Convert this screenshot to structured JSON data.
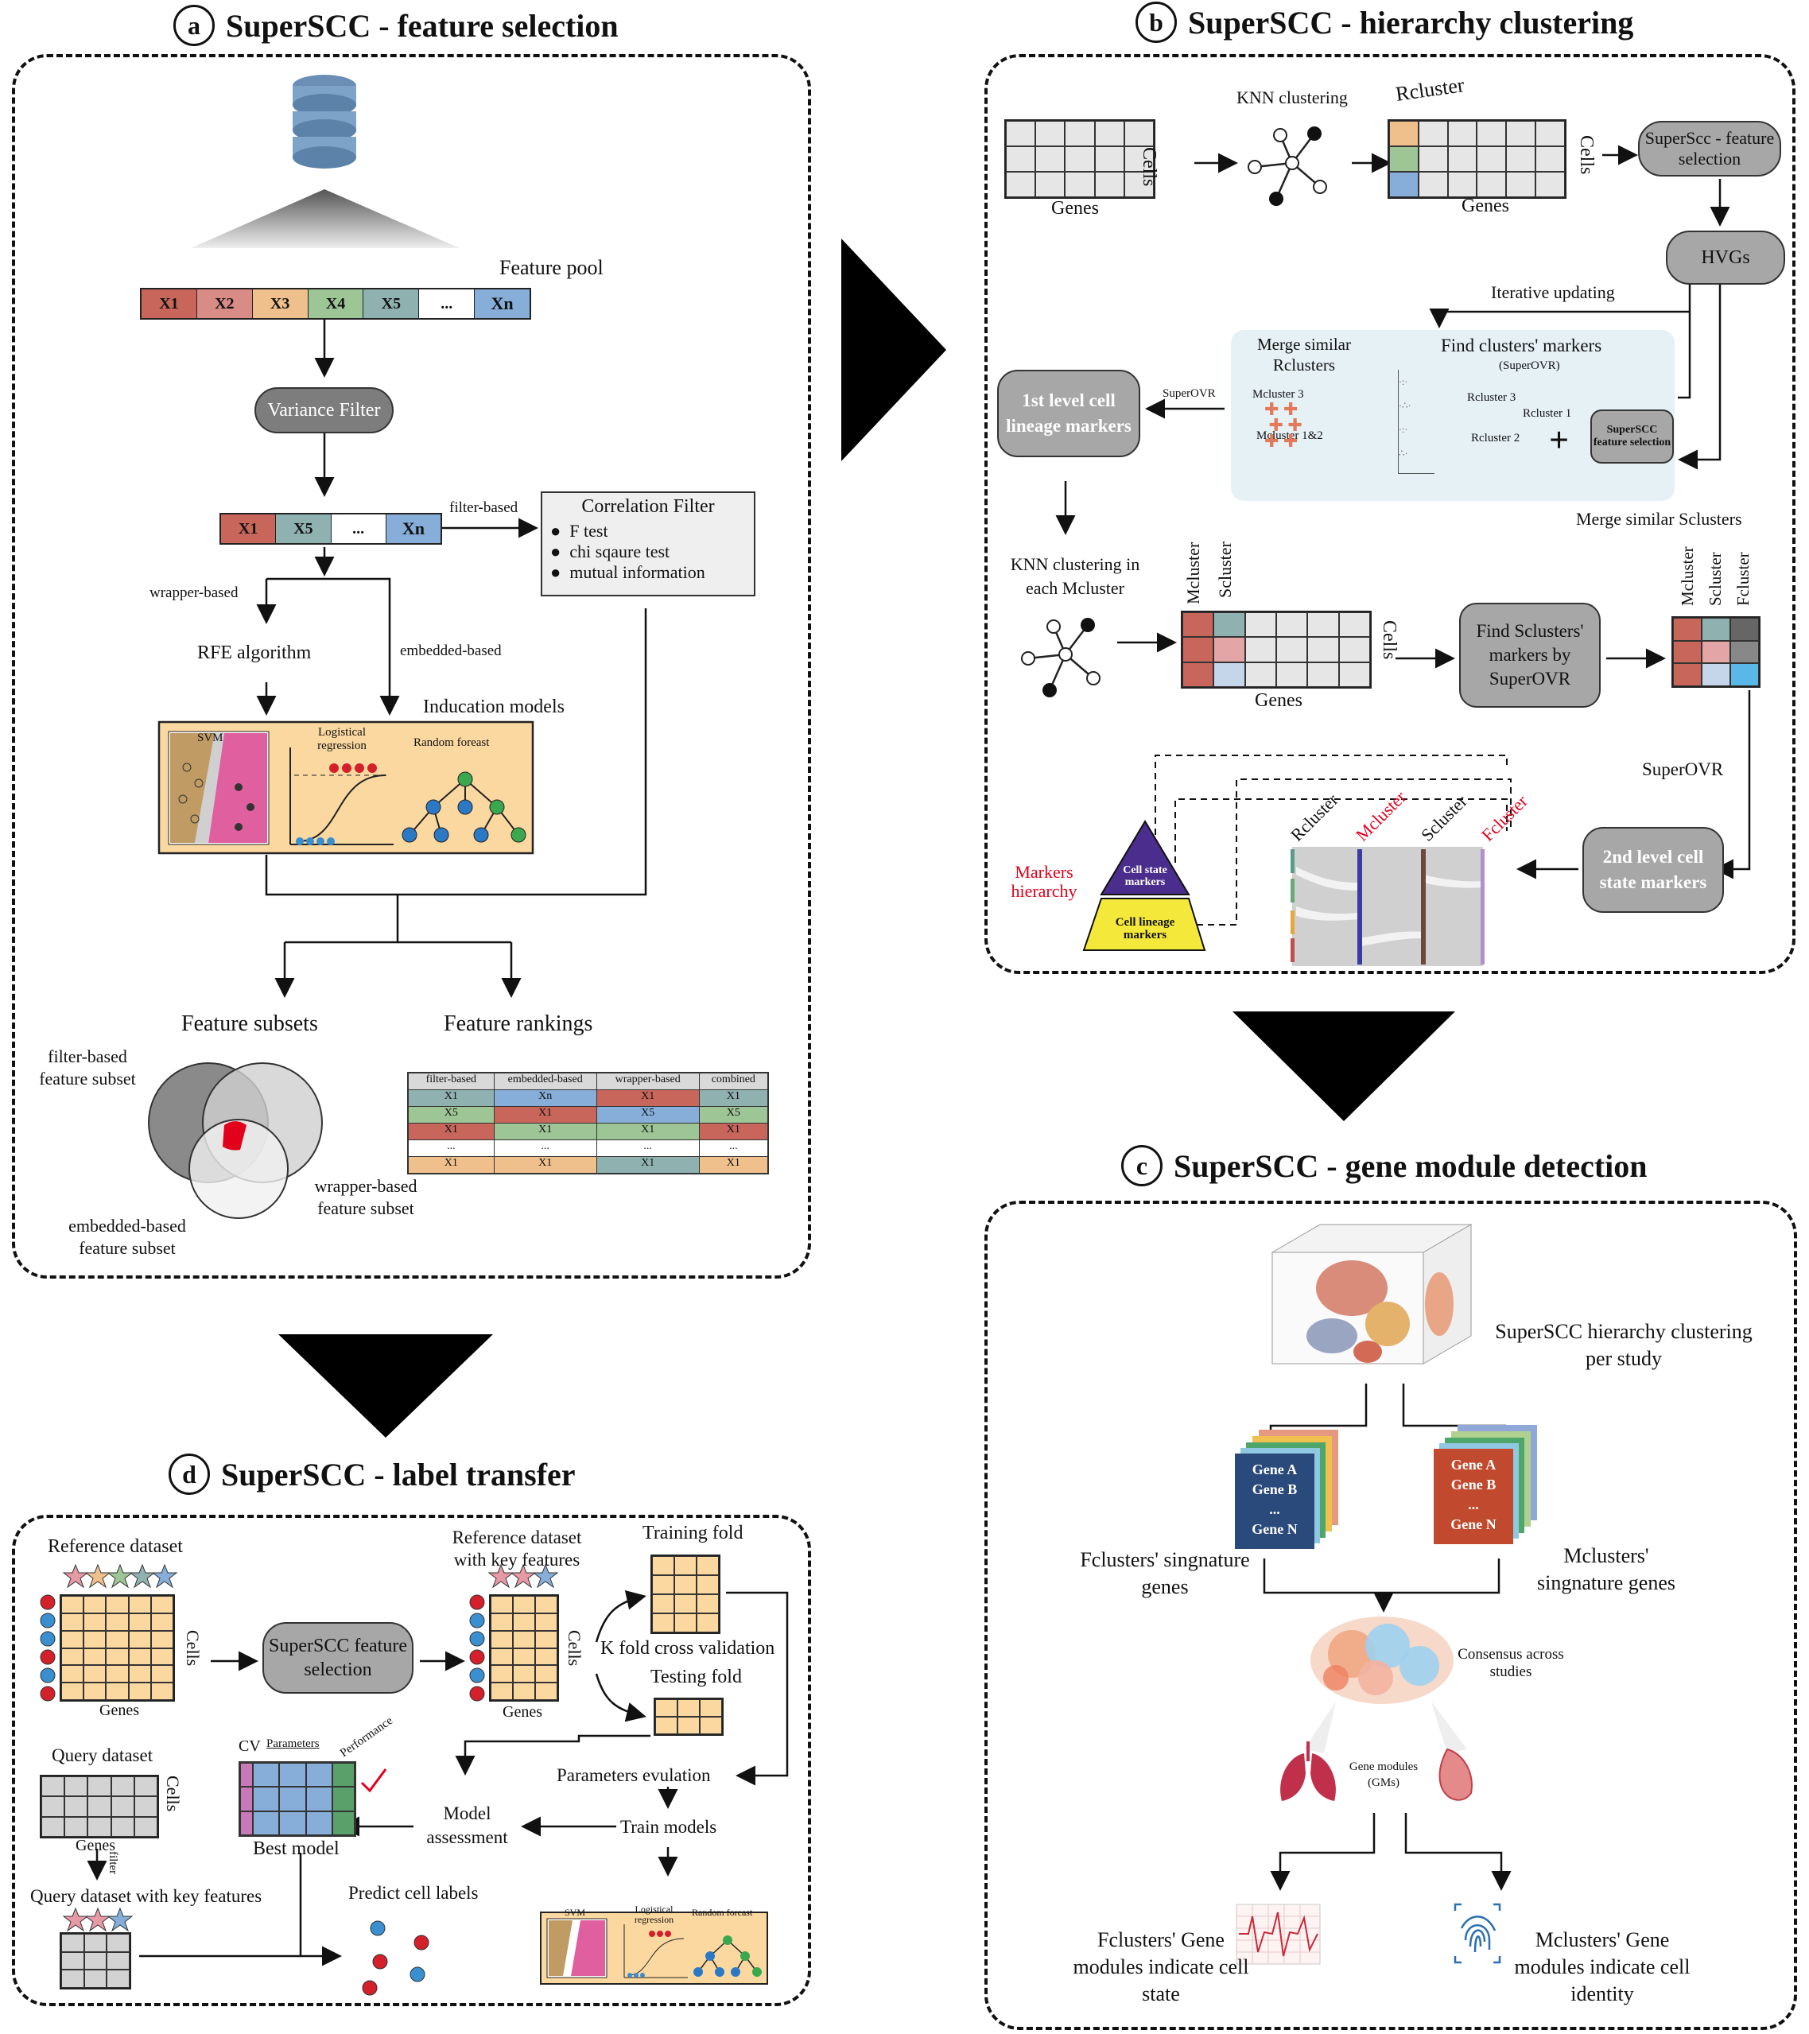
{
  "panel_a": {
    "letter": "a",
    "title": "SuperSCC - feature selection",
    "feature_pool_label": "Feature pool",
    "feature_pool": [
      "X1",
      "X2",
      "X3",
      "X4",
      "X5",
      "...",
      "Xn"
    ],
    "variance_filter": "Variance Filter",
    "filtered_features": [
      "X1",
      "X5",
      "...",
      "Xn"
    ],
    "filter_based": "filter-based",
    "correlation_filter": {
      "title": "Correlation Filter",
      "items": [
        "F test",
        "chi sqaure test",
        "mutual information"
      ]
    },
    "wrapper_based": "wrapper-based",
    "rfe": "RFE algorithm",
    "embedded_based": "embedded-based",
    "induction_models": "Inducation models",
    "models": [
      "SVM",
      "Logistical regression",
      "Random foreast"
    ],
    "feature_subsets": "Feature subsets",
    "feature_rankings": "Feature rankings",
    "venn": {
      "filter": "filter-based feature subset",
      "wrapper": "wrapper-based feature subset",
      "embedded": "embedded-based feature subset"
    },
    "rank_table": {
      "headers": [
        "filter-based",
        "embedded-based",
        "wrapper-based",
        "combined"
      ],
      "rows": [
        [
          "X1",
          "Xn",
          "X1",
          "X1"
        ],
        [
          "X5",
          "X1",
          "X5",
          "X5"
        ],
        [
          "X1",
          "X1",
          "X1",
          "X1"
        ],
        [
          "...",
          "...",
          "...",
          "..."
        ],
        [
          "X1",
          "X1",
          "X1",
          "X1"
        ]
      ]
    }
  },
  "panel_b": {
    "letter": "b",
    "title": "SuperSCC - hierarchy clustering",
    "knn": "KNN clustering",
    "rcluster": "Rcluster",
    "cells": "Cells",
    "genes": "Genes",
    "superscc_fs": "SuperScc - feature selection",
    "hvgs": "HVGs",
    "iterative": "Iterative updating",
    "merge_r": "Merge similar Rclusters",
    "find_markers": "Find clusters' markers",
    "superovr_paren": "(SuperOVR)",
    "mcluster3": "Mcluster 3",
    "mcluster12": "Mcluster 1&2",
    "rcluster3": "Rcluster 3",
    "rcluster1": "Rcluster 1",
    "rcluster2": "Rcluster 2",
    "superscc_fs_small": "SuperSCC feature selection",
    "superovr": "SuperOVR",
    "first_level": "1st level cell lineage markers",
    "knn_each": "KNN clustering in each Mcluster",
    "mcluster": "Mcluster",
    "scluster": "Scluster",
    "fcluster": "Fcluster",
    "find_s_markers": "Find Sclusters' markers by SuperOVR",
    "merge_s": "Merge similar Sclusters",
    "superovr2": "SuperOVR",
    "second_level": "2nd level cell state markers",
    "markers_hierarchy": "Markers hierarchy",
    "cell_state_markers": "Cell state markers",
    "cell_lineage_markers": "Cell lineage markers",
    "sankey_labels": [
      "Rcluster",
      "Mcluster",
      "Scluster",
      "Fcluster"
    ]
  },
  "panel_c": {
    "letter": "c",
    "title": "SuperSCC - gene module detection",
    "per_study": "SuperSCC hierarchy clustering per study",
    "gene_list_blue": [
      "Gene A",
      "Gene B",
      "...",
      "Gene N"
    ],
    "gene_list_red": [
      "Gene A",
      "Gene B",
      "...",
      "Gene N"
    ],
    "fclusters_sig": "Fclusters' singnature genes",
    "mclusters_sig": "Mclusters' singnature genes",
    "consensus": "Consensus across studies",
    "gene_modules": "Gene modules (GMs)",
    "f_modules": "Fclusters' Gene modules indicate cell state",
    "m_modules": "Mclusters' Gene modules indicate cell identity"
  },
  "panel_d": {
    "letter": "d",
    "title": "SuperSCC - label transfer",
    "reference": "Reference dataset",
    "cells": "Cells",
    "genes": "Genes",
    "superscc_fs": "SuperSCC feature selection",
    "ref_key": "Reference dataset with key features",
    "training_fold": "Training fold",
    "kfold": "K fold cross validation",
    "testing_fold": "Testing fold",
    "cv": "CV",
    "parameters": "Parameters",
    "performance": "Performance",
    "best_model": "Best model",
    "param_eval": "Parameters evulation",
    "model_assessment": "Model assessment",
    "train_models": "Train models",
    "query": "Query dataset",
    "filter": "filter",
    "query_key": "Query dataset with key features",
    "predict": "Predict cell labels",
    "models": [
      "SVM",
      "Logistical regression",
      "Random foreast"
    ]
  },
  "colors": {
    "x1": "#c8665c",
    "x2": "#d98b86",
    "x3": "#efc08c",
    "x4": "#9ec596",
    "x5": "#8fb2b0",
    "xn": "#86aed8",
    "peach": "#fbd8a0",
    "red_text": "#e3001b",
    "purple": "#4a2d8c",
    "yellow": "#f4e93a",
    "gene_blue": "#2a4a7c",
    "gene_red": "#c14a2e",
    "light_blue_bg": "#e6f1f6"
  }
}
